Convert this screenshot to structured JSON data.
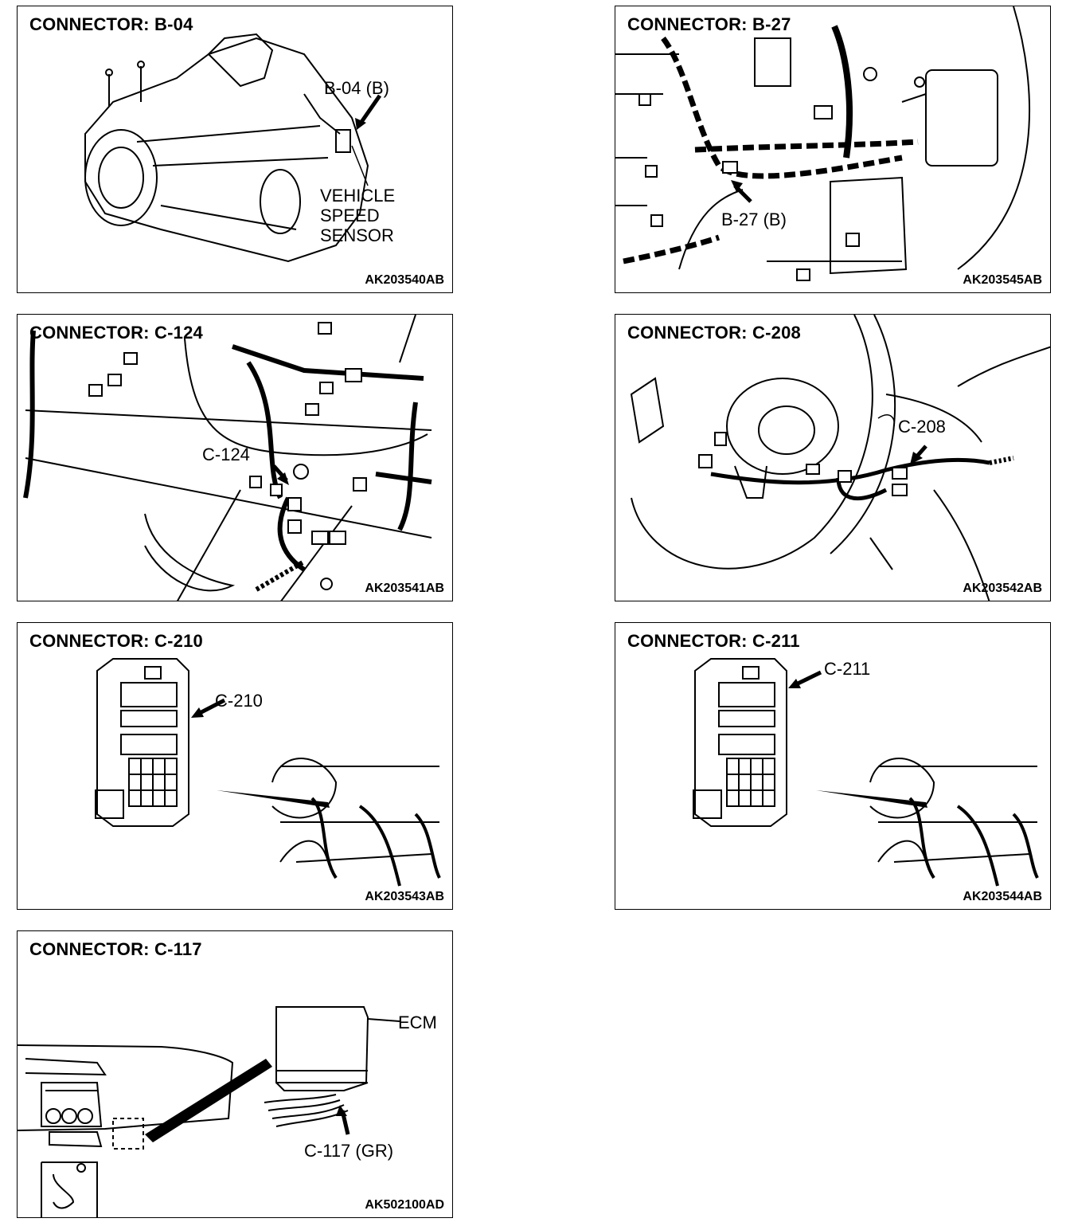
{
  "panels": {
    "b04": {
      "title": "CONNECTOR: B-04",
      "code": "AK203540AB",
      "callout": "B-04 (B)",
      "label_line1": "VEHICLE",
      "label_line2": "SPEED",
      "label_line3": "SENSOR"
    },
    "b27": {
      "title": "CONNECTOR: B-27",
      "code": "AK203545AB",
      "callout": "B-27 (B)"
    },
    "c124": {
      "title": "CONNECTOR: C-124",
      "code": "AK203541AB",
      "callout": "C-124"
    },
    "c208": {
      "title": "CONNECTOR: C-208",
      "code": "AK203542AB",
      "callout": "C-208"
    },
    "c210": {
      "title": "CONNECTOR: C-210",
      "code": "AK203543AB",
      "callout": "C-210"
    },
    "c211": {
      "title": "CONNECTOR: C-211",
      "code": "AK203544AB",
      "callout": "C-211"
    },
    "c117": {
      "title": "CONNECTOR: C-117",
      "code": "AK502100AD",
      "callout": "C-117 (GR)",
      "ecm_label": "ECM"
    }
  }
}
